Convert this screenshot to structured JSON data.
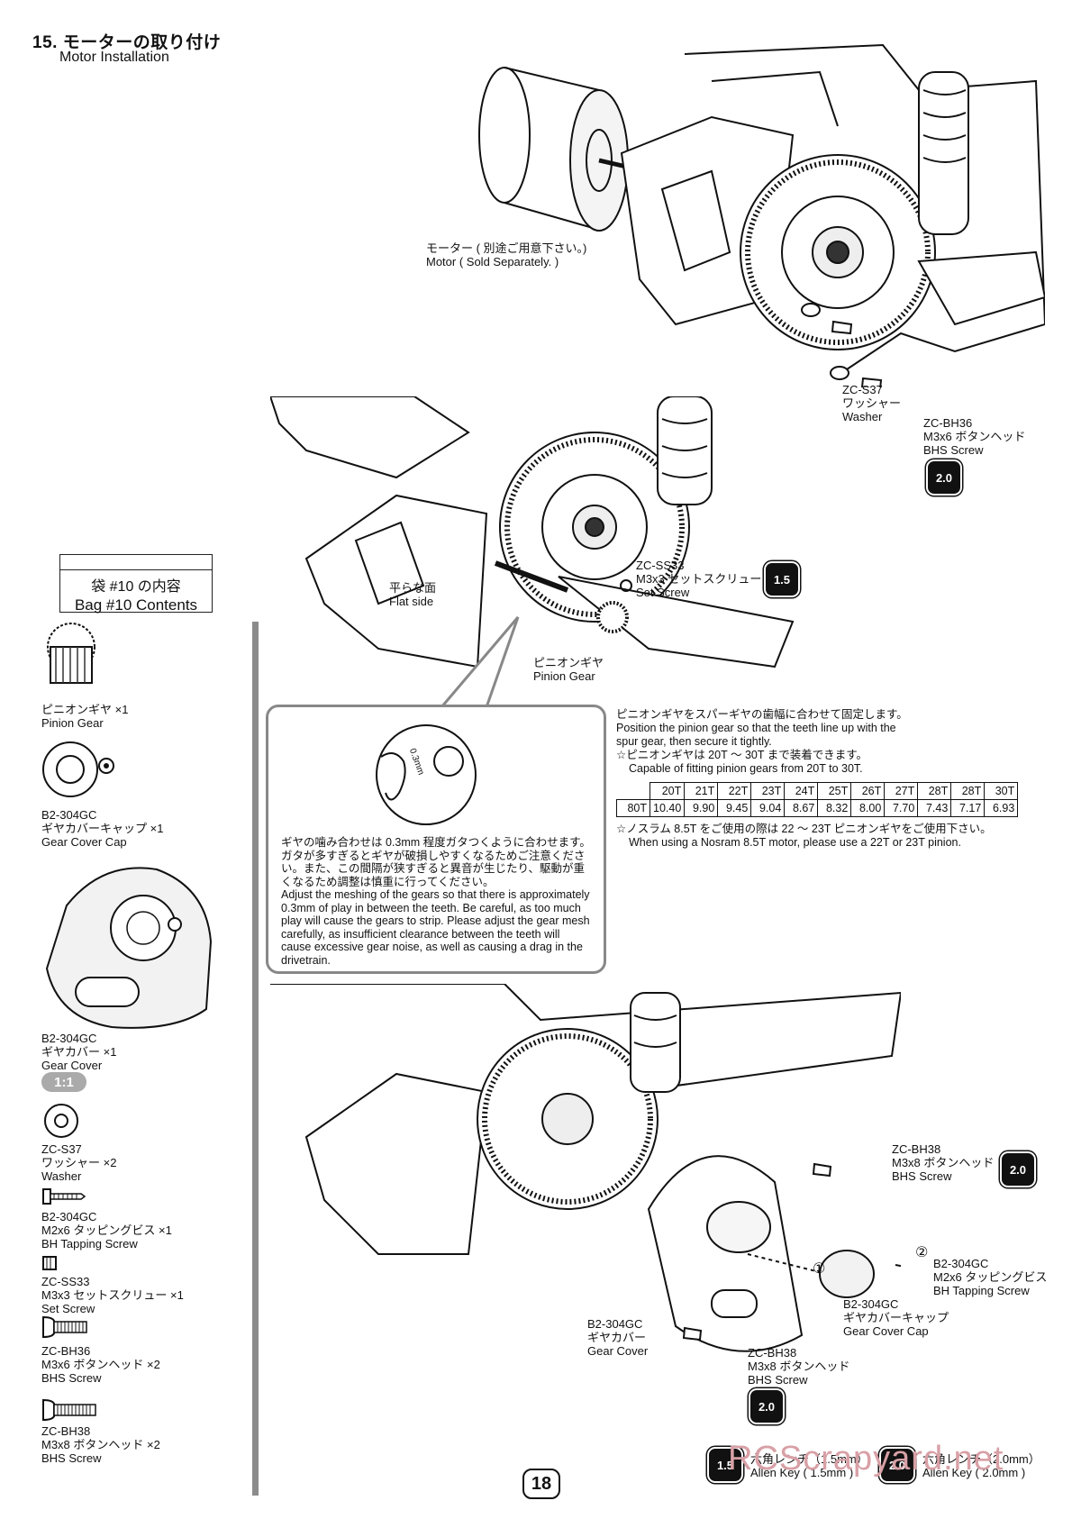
{
  "header": {
    "title_jp": "15. モーターの取り付け",
    "title_en": "Motor Installation"
  },
  "bag": {
    "line1": "袋 #10 の内容",
    "line2": "Bag #10 Contents"
  },
  "parts": [
    {
      "jp": "ピニオンギヤ ×1",
      "en": "Pinion Gear"
    },
    {
      "code": "B2-304GC",
      "jp": "ギヤカバーキャップ ×1",
      "en": "Gear Cover Cap"
    },
    {
      "code": "B2-304GC",
      "jp": "ギヤカバー ×1",
      "en": "Gear Cover"
    },
    {
      "code": "ZC-S37",
      "jp": "ワッシャー ×2",
      "en": "Washer"
    },
    {
      "code": "B2-304GC",
      "jp": "M2x6 タッピングビス ×1",
      "en": "BH Tapping Screw"
    },
    {
      "code": "ZC-SS33",
      "jp": "M3x3 セットスクリュー ×1",
      "en": "Set Screw"
    },
    {
      "code": "ZC-BH36",
      "jp": "M3x6 ボタンヘッド ×2",
      "en": "BHS Screw"
    },
    {
      "code": "ZC-BH38",
      "jp": "M3x8 ボタンヘッド ×2",
      "en": "BHS Screw"
    }
  ],
  "ratio": "1:1",
  "step1": {
    "motor_jp": "モーター ( 別途ご用意下さい。)",
    "motor_en": "Motor ( Sold Separately. )",
    "washer_code": "ZC-S37",
    "washer_jp": "ワッシャー",
    "washer_en": "Washer",
    "screw_code": "ZC-BH36",
    "screw_jp": "M3x6 ボタンヘッド",
    "screw_en": "BHS Screw",
    "wrench": "2.0"
  },
  "step2": {
    "flat_jp": "平らな面",
    "flat_en": "Flat side",
    "set_code": "ZC-SS33",
    "set_jp": "M3x3 セットスクリュー",
    "set_en": "Set Screw",
    "wrench": "1.5",
    "pinion_jp": "ピニオンギヤ",
    "pinion_en": "Pinion Gear"
  },
  "callout": {
    "gap_label": "0.3mm",
    "jp": "ギヤの噛み合わせは 0.3mm 程度ガタつくように合わせます。ガタが多すぎるとギヤが破損しやすくなるためご注意ください。また、この間隔が狭すぎると異音が生じたり、駆動が重くなるため調整は慎重に行ってください。",
    "en": "Adjust the meshing of the gears so that there is approximately 0.3mm of play in between the teeth. Be careful, as too much play will cause the gears to strip. Please adjust the gear mesh carefully, as insufficient clearance between the teeth will cause excessive gear noise, as well as causing a drag in the drivetrain."
  },
  "info": {
    "jp1": "ピニオンギヤをスパーギヤの歯幅に合わせて固定します。",
    "en1a": "Position the pinion gear so that the teeth line up with the",
    "en1b": "spur gear, then secure it tightly.",
    "jp2": "☆ピニオンギヤは 20T ～ 30T まで装着できます。",
    "en2": "Capable of fitting pinion gears from 20T to 30T.",
    "jp3": "☆ノスラム 8.5T をご使用の際は 22 ～ 23T ピニオンギヤをご使用下さい。",
    "en3": "When using a Nosram 8.5T motor, please use a 22T or 23T pinion."
  },
  "ratio_table": {
    "spur": "80T",
    "pinions": [
      "20T",
      "21T",
      "22T",
      "23T",
      "24T",
      "25T",
      "26T",
      "27T",
      "28T",
      "28T",
      "30T"
    ],
    "ratios": [
      "10.40",
      "9.90",
      "9.45",
      "9.04",
      "8.67",
      "8.32",
      "8.00",
      "7.70",
      "7.43",
      "7.17",
      "6.93"
    ]
  },
  "step3": {
    "bh38_code": "ZC-BH38",
    "bh38_jp": "M3x8 ボタンヘッド",
    "bh38_en": "BHS Screw",
    "wrench_top": "2.0",
    "circle2": "②",
    "circle1": "①",
    "tap_code": "B2-304GC",
    "tap_jp": "M2x6 タッピングビス",
    "tap_en": "BH Tapping Screw",
    "cap_code": "B2-304GC",
    "cap_jp": "ギヤカバーキャップ",
    "cap_en": "Gear Cover Cap",
    "cover_code": "B2-304GC",
    "cover_jp": "ギヤカバー",
    "cover_en": "Gear Cover",
    "bh38b_code": "ZC-BH38",
    "bh38b_jp": "M3x8 ボタンヘッド",
    "bh38b_en": "BHS Screw",
    "wrench_bottom": "2.0"
  },
  "tools": [
    {
      "badge": "1.5",
      "jp": "六角レンチ（1.5mm）",
      "en": "Allen Key ( 1.5mm )"
    },
    {
      "badge": "2.0",
      "jp": "六角レンチ（2.0mm）",
      "en": "Allen Key ( 2.0mm )"
    }
  ],
  "page_number": "18",
  "watermark": "RCScrapyard.net"
}
